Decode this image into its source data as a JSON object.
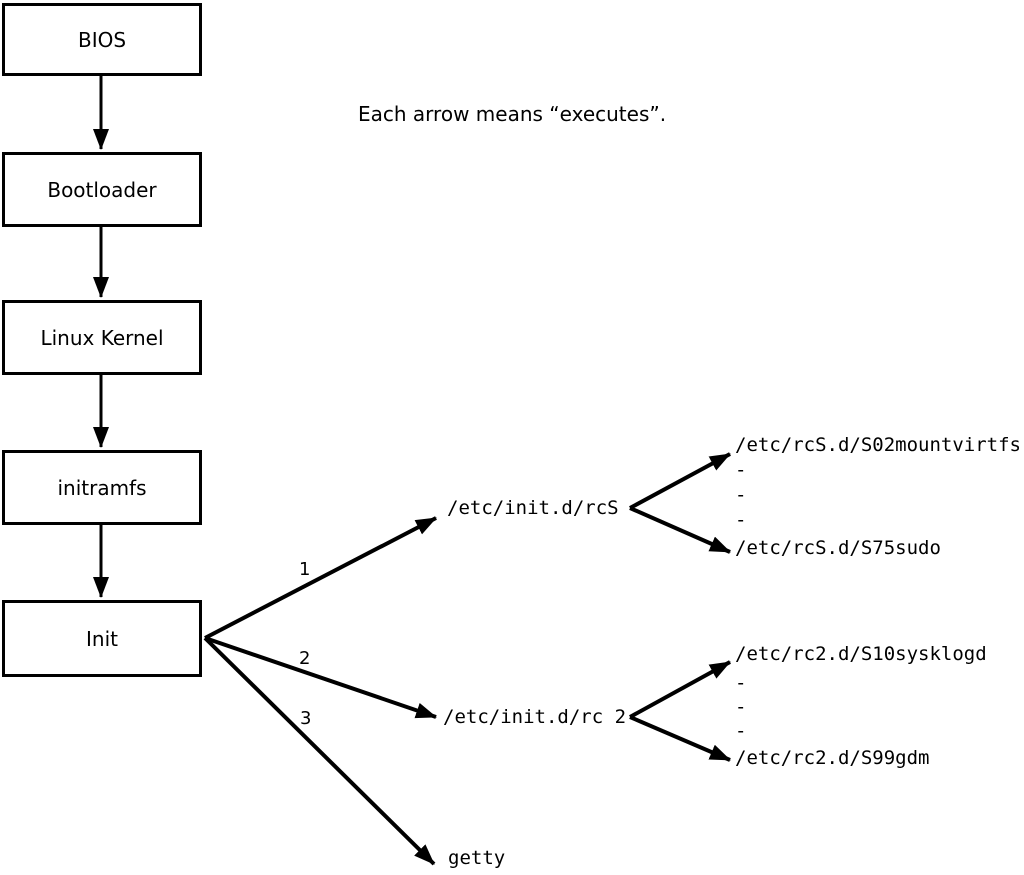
{
  "caption": "Each arrow means “executes”.",
  "boxes": [
    {
      "id": "bios",
      "label": "BIOS"
    },
    {
      "id": "bootloader",
      "label": "Bootloader"
    },
    {
      "id": "linux-kernel",
      "label": "Linux Kernel"
    },
    {
      "id": "initramfs",
      "label": "initramfs"
    },
    {
      "id": "init",
      "label": "Init"
    }
  ],
  "init_branches": [
    {
      "order": "1",
      "target": "/etc/init.d/rcS"
    },
    {
      "order": "2",
      "target": "/etc/init.d/rc 2"
    },
    {
      "order": "3",
      "target": "getty"
    }
  ],
  "rcs_scripts": {
    "first": "/etc/rcS.d/S02mountvirtfs",
    "dots": [
      "-",
      "-",
      "-"
    ],
    "last": "/etc/rcS.d/S75sudo"
  },
  "rc2_scripts": {
    "first": "/etc/rc2.d/S10sysklogd",
    "dots": [
      "-",
      "-",
      "-"
    ],
    "last": "/etc/rc2.d/S99gdm"
  },
  "colors": {
    "line": "#000000",
    "background": "#ffffff"
  }
}
